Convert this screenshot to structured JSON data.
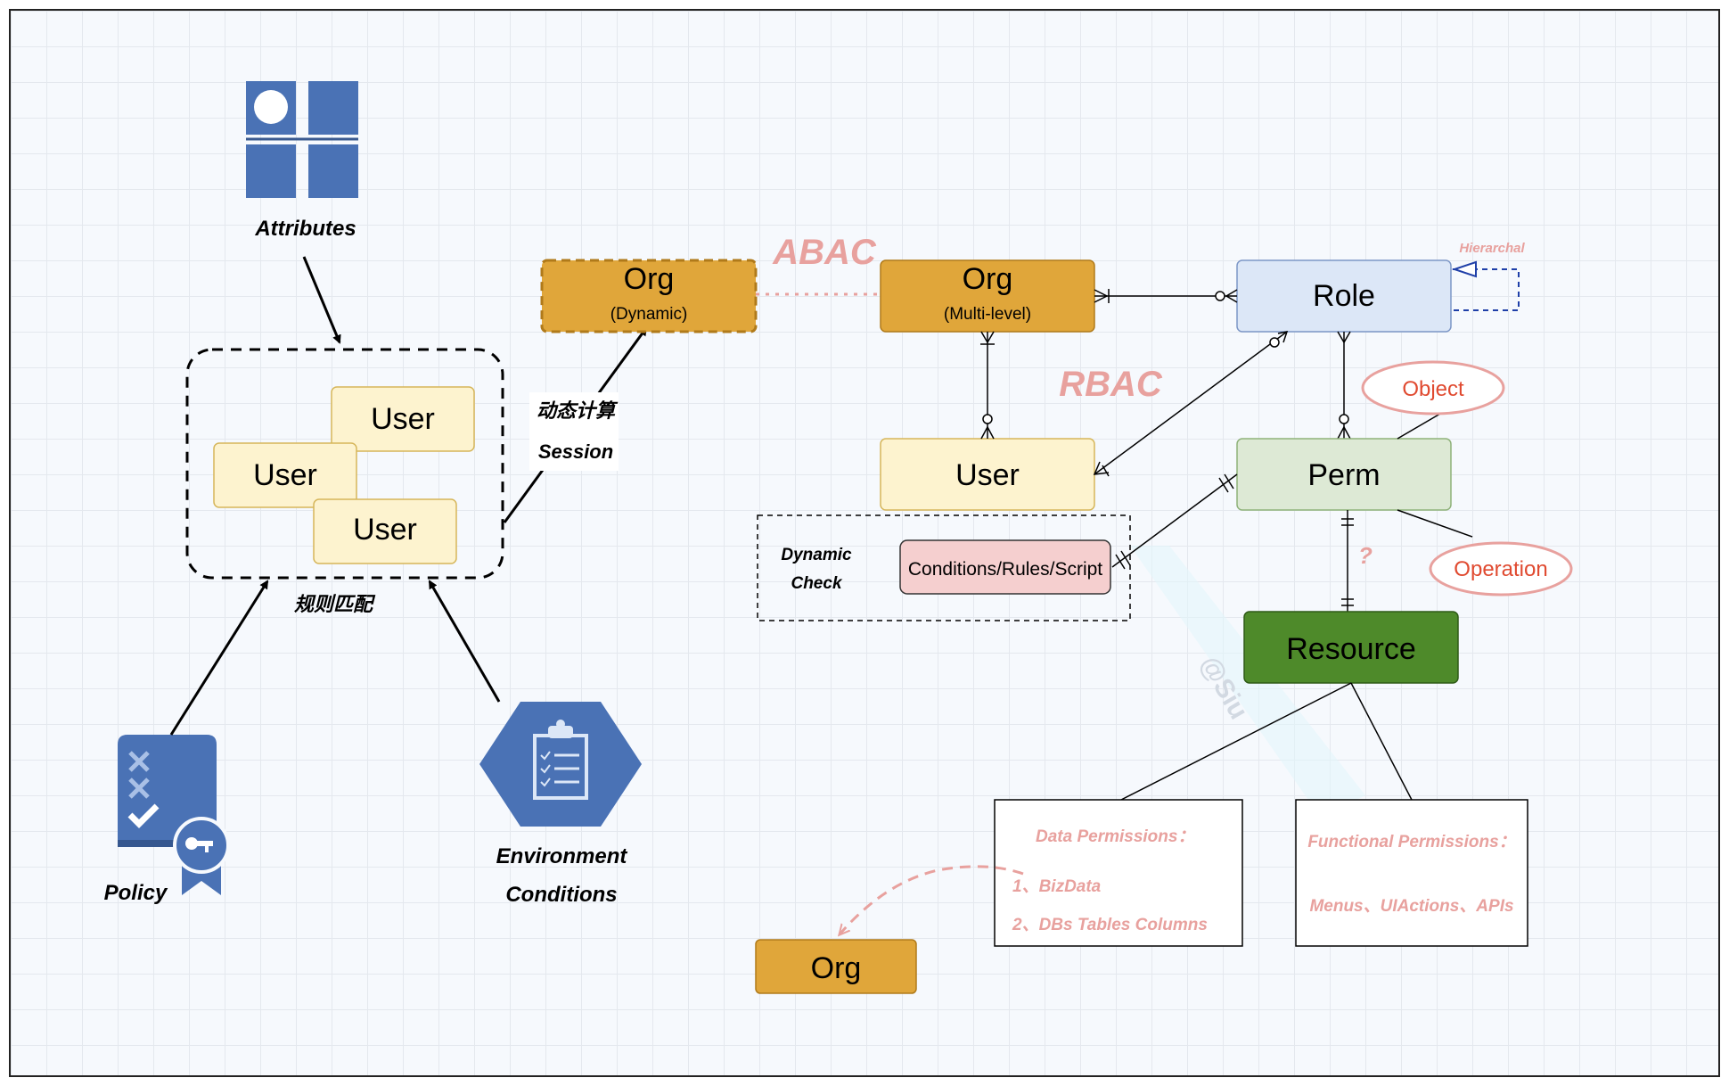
{
  "labels": {
    "attributes": "Attributes",
    "policy": "Policy",
    "environment_line1": "Environment",
    "environment_line2": "Conditions",
    "rule_match": "规则匹配",
    "dynamic_calc": "动态计算",
    "session": "Session",
    "abac": "ABAC",
    "rbac": "RBAC",
    "hierarchal": "Hierarchal",
    "question": "?",
    "watermark": "@Siu"
  },
  "users_group": [
    "User",
    "User",
    "User"
  ],
  "org_dynamic": {
    "title": "Org",
    "subtitle": "(Dynamic)"
  },
  "org_multilevel": {
    "title": "Org",
    "subtitle": "(Multi-level)"
  },
  "role": "Role",
  "user": "User",
  "perm": "Perm",
  "resource": "Resource",
  "object": "Object",
  "operation": "Operation",
  "dynamic_check": {
    "line1": "Dynamic",
    "line2": "Check",
    "conditions": "Conditions/Rules/Script"
  },
  "data_permissions": {
    "title": "Data Permissions：",
    "item1": "1、BizData",
    "item2": "2、DBs Tables Columns"
  },
  "functional_permissions": {
    "title": "Functional Permissions：",
    "items": "Menus、UIActions、APIs"
  },
  "org_bottom": "Org",
  "colors": {
    "org_fill": "#e0a63a",
    "user_fill": "#fdf3cf",
    "role_fill": "#dce7f7",
    "perm_fill": "#dde9d5",
    "resource_fill": "#4e8a2a",
    "conditions_fill": "#f5cfcf",
    "accent_pink": "#e8a19e",
    "icon_blue": "#4a72b5"
  }
}
